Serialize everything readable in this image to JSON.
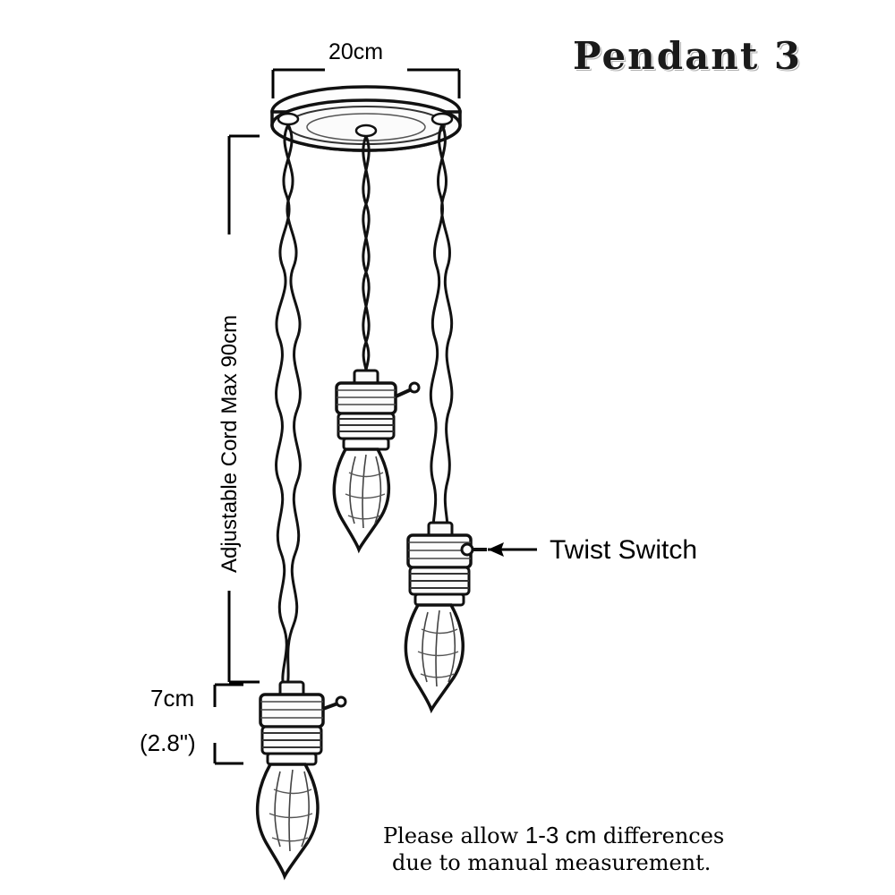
{
  "title": "Pendant  3",
  "dimensions": {
    "top_width": "20cm",
    "cord_length": "Adjustable Cord Max 90cm",
    "socket_height_cm": "7cm",
    "socket_height_in": "(2.8\")"
  },
  "callouts": {
    "twist_switch": "Twist Switch"
  },
  "notes": {
    "line1_prefix": "Please allow ",
    "line1_em": "1-3 cm",
    "line1_suffix": " differences",
    "line2": "due to manual measurement."
  },
  "colors": {
    "ink": "#000000",
    "background": "#ffffff",
    "title_shadow": "#b0b0b0"
  },
  "icons": {
    "ceiling_plate": "ceiling-rose-disc",
    "cord": "twisted-cord",
    "socket": "lamp-socket",
    "bulb": "edison-bulb",
    "switch_knob": "twist-switch-knob"
  }
}
